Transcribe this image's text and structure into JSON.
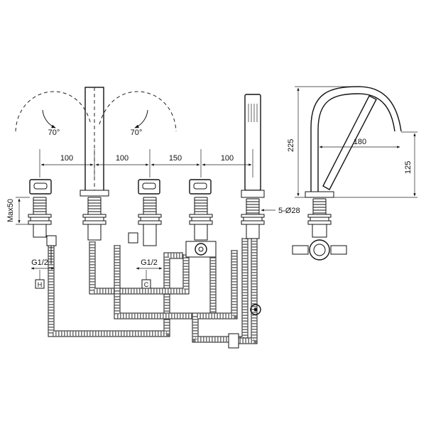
{
  "diagram": {
    "rotation_angle": "70°",
    "spacings": [
      "100",
      "100",
      "150",
      "100"
    ],
    "max_height": "Max50",
    "thread_size": "G1/2",
    "hot_mark": "H",
    "cold_mark": "C",
    "hole_spec": "5-Ø28",
    "spout_total_height": "225",
    "spout_reach": "180",
    "spout_outlet_height": "125"
  }
}
